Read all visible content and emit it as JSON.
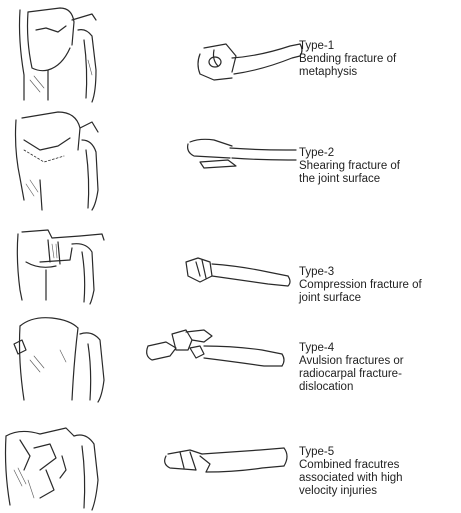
{
  "types": [
    {
      "title": "Type-1",
      "lines": [
        "Bending fracture of",
        "metaphysis"
      ]
    },
    {
      "title": "Type-2",
      "lines": [
        "Shearing fracture of",
        "the joint surface"
      ]
    },
    {
      "title": "Type-3",
      "lines": [
        "Compression fracture of",
        "joint surface"
      ]
    },
    {
      "title": "Type-4",
      "lines": [
        "Avulsion fractures or",
        "radiocarpal fracture-",
        "dislocation"
      ]
    },
    {
      "title": "Type-5",
      "lines": [
        "Combined fracutres",
        "associated with high",
        "velocity injuries"
      ]
    }
  ]
}
